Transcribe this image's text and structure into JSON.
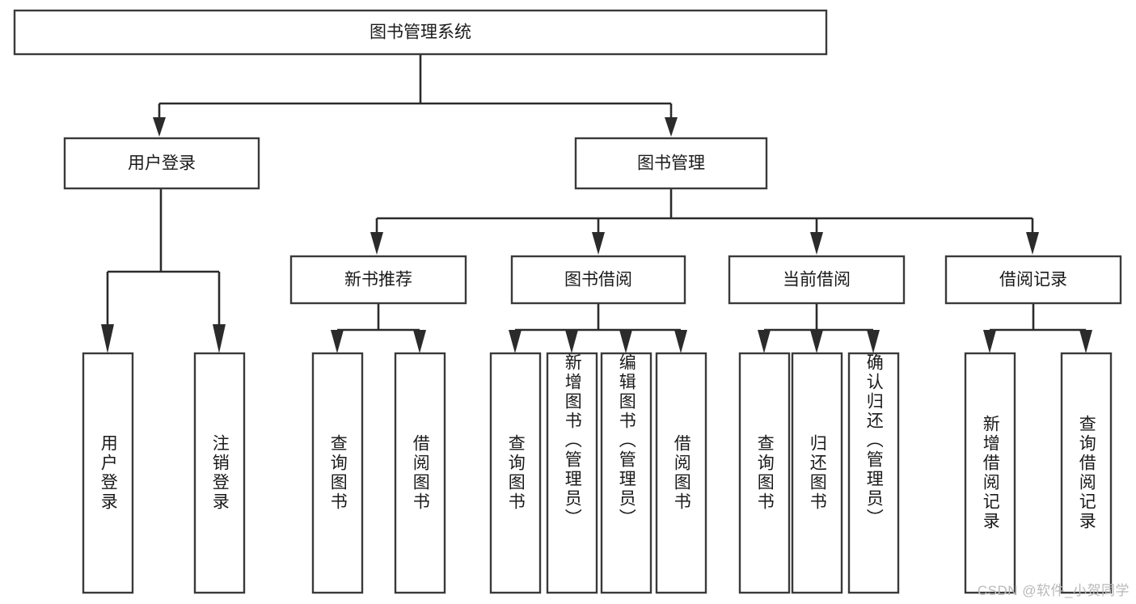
{
  "diagram": {
    "type": "tree",
    "title": "图书管理系统",
    "root": {
      "label": "图书管理系统",
      "id": "root"
    },
    "level2": [
      {
        "id": "user-login",
        "label": "用户登录"
      },
      {
        "id": "book-manage",
        "label": "图书管理"
      }
    ],
    "level3": [
      {
        "id": "new-book-rec",
        "label": "新书推荐",
        "parent": "book-manage"
      },
      {
        "id": "book-borrow",
        "label": "图书借阅",
        "parent": "book-manage"
      },
      {
        "id": "current-borrow",
        "label": "当前借阅",
        "parent": "book-manage"
      },
      {
        "id": "borrow-record",
        "label": "借阅记录",
        "parent": "book-manage"
      }
    ],
    "leaves": {
      "user-login": [
        {
          "id": "leaf-user-login",
          "label": "用户登录"
        },
        {
          "id": "leaf-user-logout",
          "label": "注销登录"
        }
      ],
      "new-book-rec": [
        {
          "id": "leaf-query-book-1",
          "label": "查询图书"
        },
        {
          "id": "leaf-borrow-book-1",
          "label": "借阅图书"
        }
      ],
      "book-borrow": [
        {
          "id": "leaf-query-book-2",
          "label": "查询图书"
        },
        {
          "id": "leaf-add-book",
          "label": "新增图书（管理员）"
        },
        {
          "id": "leaf-edit-book",
          "label": "编辑图书（管理员）"
        },
        {
          "id": "leaf-borrow-book-2",
          "label": "借阅图书"
        }
      ],
      "current-borrow": [
        {
          "id": "leaf-query-book-3",
          "label": "查询图书"
        },
        {
          "id": "leaf-return-book",
          "label": "归还图书"
        },
        {
          "id": "leaf-confirm-return",
          "label": "确认归还（管理员）"
        }
      ],
      "borrow-record": [
        {
          "id": "leaf-add-record",
          "label": "新增借阅记录"
        },
        {
          "id": "leaf-query-record",
          "label": "查询借阅记录"
        }
      ]
    },
    "colors": {
      "box_stroke": "#3a3a3a",
      "connector": "#2b2b2b",
      "background": "#ffffff",
      "text": "#1a1a1a",
      "watermark": "#b9b9b9"
    }
  },
  "watermark": {
    "text": "CSDN @软件_小贺同学"
  }
}
